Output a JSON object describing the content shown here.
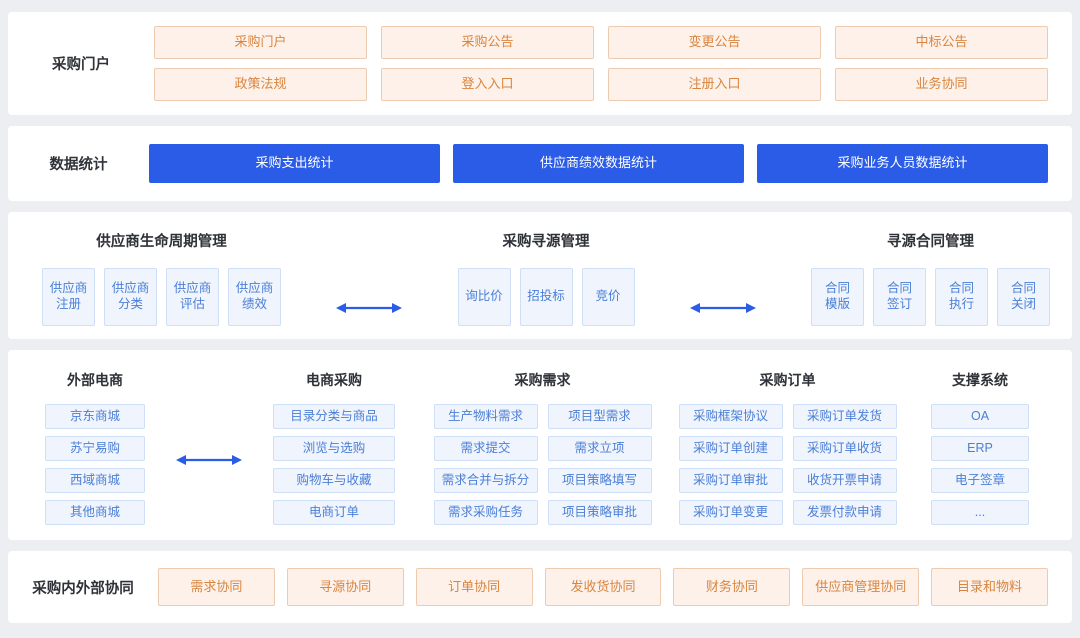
{
  "colors": {
    "page_bg": "#eceef2",
    "panel_bg": "#ffffff",
    "orange_fill": "#fdf1e9",
    "orange_border": "#edcbb0",
    "orange_text": "#d9853f",
    "blue_solid": "#2b5ce8",
    "blue_light_fill": "#eff4fd",
    "blue_light_border": "#cfdff8",
    "blue_light_text": "#4b7fd6",
    "heading_text": "#2f3238",
    "arrow": "#2b5ce8"
  },
  "portal": {
    "label": "采购门户",
    "items": [
      "采购门户",
      "采购公告",
      "变更公告",
      "中标公告",
      "政策法规",
      "登入入口",
      "注册入口",
      "业务协同"
    ]
  },
  "stats": {
    "label": "数据统计",
    "items": [
      "采购支出统计",
      "供应商绩效数据统计",
      "采购业务人员数据统计"
    ]
  },
  "lifecycle": {
    "groups": [
      {
        "title": "供应商生命周期管理",
        "items": [
          {
            "line1": "供应商",
            "line2": "注册"
          },
          {
            "line1": "供应商",
            "line2": "分类"
          },
          {
            "line1": "供应商",
            "line2": "评估"
          },
          {
            "line1": "供应商",
            "line2": "绩效"
          }
        ]
      },
      {
        "title": "采购寻源管理",
        "items": [
          {
            "line1": "询比价",
            "line2": ""
          },
          {
            "line1": "招投标",
            "line2": ""
          },
          {
            "line1": "竞价",
            "line2": ""
          }
        ]
      },
      {
        "title": "寻源合同管理",
        "items": [
          {
            "line1": "合同",
            "line2": "模版"
          },
          {
            "line1": "合同",
            "line2": "签订"
          },
          {
            "line1": "合同",
            "line2": "执行"
          },
          {
            "line1": "合同",
            "line2": "关闭"
          }
        ]
      }
    ]
  },
  "main": {
    "columns": [
      {
        "title": "外部电商",
        "items": [
          "京东商城",
          "苏宁易购",
          "西域商城",
          "其他商城"
        ]
      },
      {
        "title": "电商采购",
        "items": [
          "目录分类与商品",
          "浏览与选购",
          "购物车与收藏",
          "电商订单"
        ]
      },
      {
        "title": "采购需求",
        "items": [
          "生产物料需求",
          "项目型需求",
          "需求提交",
          "需求立项",
          "需求合并与拆分",
          "项目策略填写",
          "需求采购任务",
          "项目策略审批"
        ]
      },
      {
        "title": "采购订单",
        "items": [
          "采购框架协议",
          "采购订单发货",
          "采购订单创建",
          "采购订单收货",
          "采购订单审批",
          "收货开票申请",
          "采购订单变更",
          "发票付款申请"
        ]
      },
      {
        "title": "支撑系统",
        "items": [
          "OA",
          "ERP",
          "电子签章",
          "..."
        ]
      }
    ]
  },
  "collaboration": {
    "label": "采购内外部协同",
    "items": [
      "需求协同",
      "寻源协同",
      "订单协同",
      "发收货协同",
      "财务协同",
      "供应商管理协同",
      "目录和物料"
    ]
  }
}
